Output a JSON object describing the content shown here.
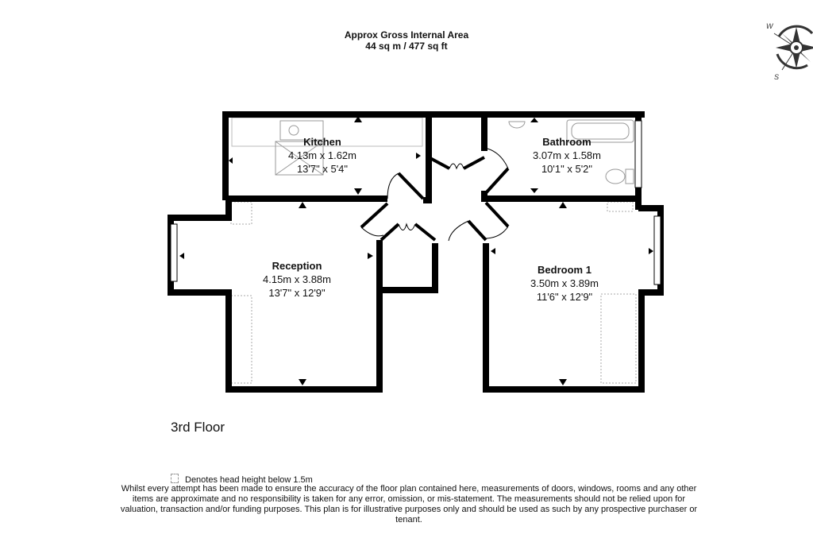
{
  "header": {
    "title": "Approx Gross Internal Area",
    "area": "44 sq m / 477 sq ft"
  },
  "compass": {
    "labels": [
      "W",
      "S"
    ],
    "icon": "compass-rose-icon"
  },
  "rooms": [
    {
      "name": "Kitchen",
      "metric": "4.13m x 1.62m",
      "imperial": "13'7\" x 5'4\""
    },
    {
      "name": "Bathroom",
      "metric": "3.07m x 1.58m",
      "imperial": "10'1\" x 5'2\""
    },
    {
      "name": "Reception",
      "metric": "4.15m x 3.88m",
      "imperial": "13'7\" x 12'9\""
    },
    {
      "name": "Bedroom 1",
      "metric": "3.50m x 3.89m",
      "imperial": "11'6\" x 12'9\""
    }
  ],
  "floor_label": "3rd Floor",
  "legend": "Denotes head height below 1.5m",
  "disclaimer": "Whilst every attempt has been made to ensure the accuracy of the floor plan contained here, measurements of doors, windows, rooms and any other items are approximate and no responsibility is taken for any error, omission, or mis-statement. The measurements should not be relied upon for valuation, transaction and/or funding purposes. This plan is for illustrative purposes only and should be used as such by any prospective purchaser or tenant."
}
